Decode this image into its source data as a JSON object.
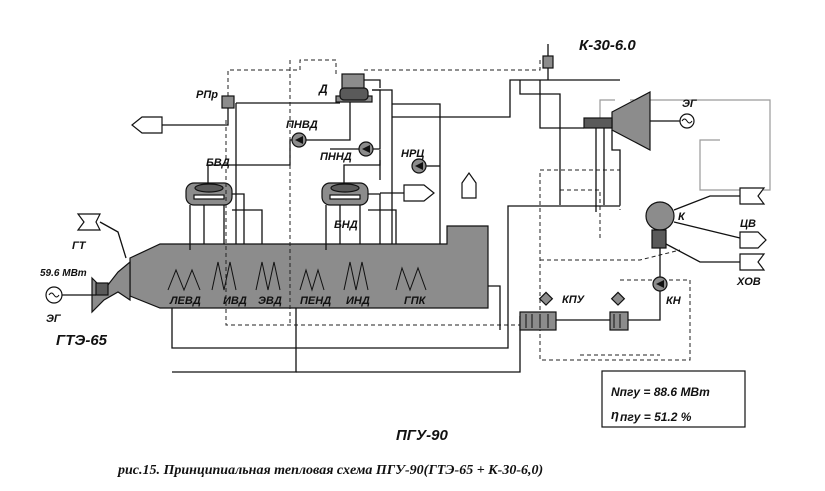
{
  "diagram": {
    "title": "ПГУ-90",
    "turbine": "К-30-6.0",
    "gas_turbine": "ГТЭ-65",
    "caption": "рис.15. Принципиальная тепловая схема ПГУ-90(ГТЭ-65 + К-30-6,0)",
    "power_value": "59.6 МВт",
    "results": {
      "power": "Nпгу = 88.6 МВт",
      "efficiency_symbol": "η",
      "efficiency": "пгу = 51.2 %"
    },
    "labels": {
      "rpr": "РПр",
      "d": "Д",
      "pnvd": "ПНВД",
      "pnnd": "ПННД",
      "nrc": "НРЦ",
      "bvd": "БВД",
      "bnd": "БНД",
      "gt": "ГТ",
      "eg_left": "ЭГ",
      "eg_right": "ЭГ",
      "k": "К",
      "cv": "ЦВ",
      "hov": "ХОВ",
      "kpu": "КПУ",
      "kn": "КН",
      "levd": "ЛЕВД",
      "ivd": "ИВД",
      "evd": "ЭВД",
      "pend": "ПЕНД",
      "ind": "ИНД",
      "gpk": "ГПК"
    },
    "colors": {
      "line": "#111111",
      "device": "#8c8c8c",
      "device_dark": "#5a5a5a",
      "background": "#ffffff"
    }
  }
}
